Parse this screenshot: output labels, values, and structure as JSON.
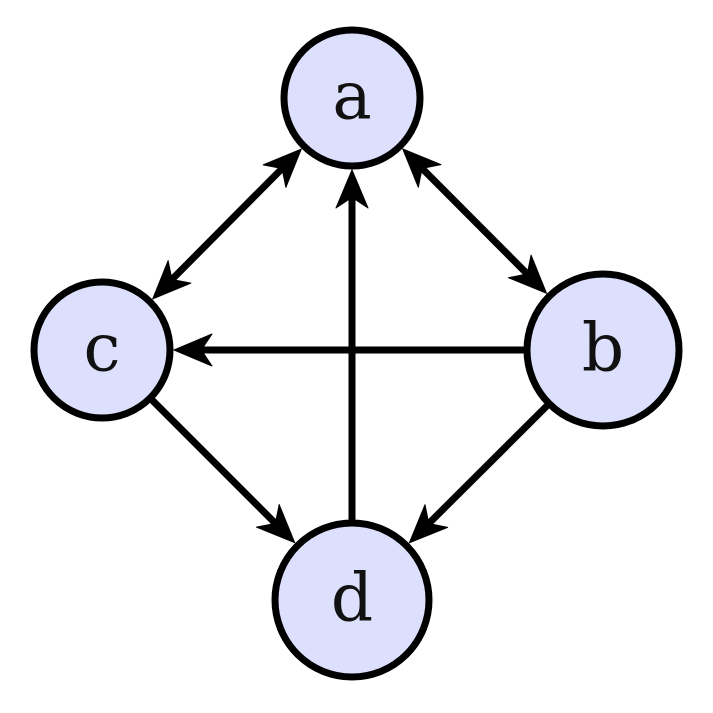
{
  "colors": {
    "node_fill": "#dde0fc",
    "stroke": "#000000",
    "background": "#ffffff"
  },
  "nodes": [
    {
      "id": "a",
      "label": "a"
    },
    {
      "id": "b",
      "label": "b"
    },
    {
      "id": "c",
      "label": "c"
    },
    {
      "id": "d",
      "label": "d"
    }
  ],
  "edges": [
    {
      "from": "a",
      "to": "b",
      "direction": "both"
    },
    {
      "from": "a",
      "to": "c",
      "direction": "both"
    },
    {
      "from": "b",
      "to": "c",
      "direction": "forward"
    },
    {
      "from": "b",
      "to": "d",
      "direction": "forward"
    },
    {
      "from": "c",
      "to": "d",
      "direction": "forward"
    },
    {
      "from": "d",
      "to": "a",
      "direction": "forward"
    }
  ]
}
